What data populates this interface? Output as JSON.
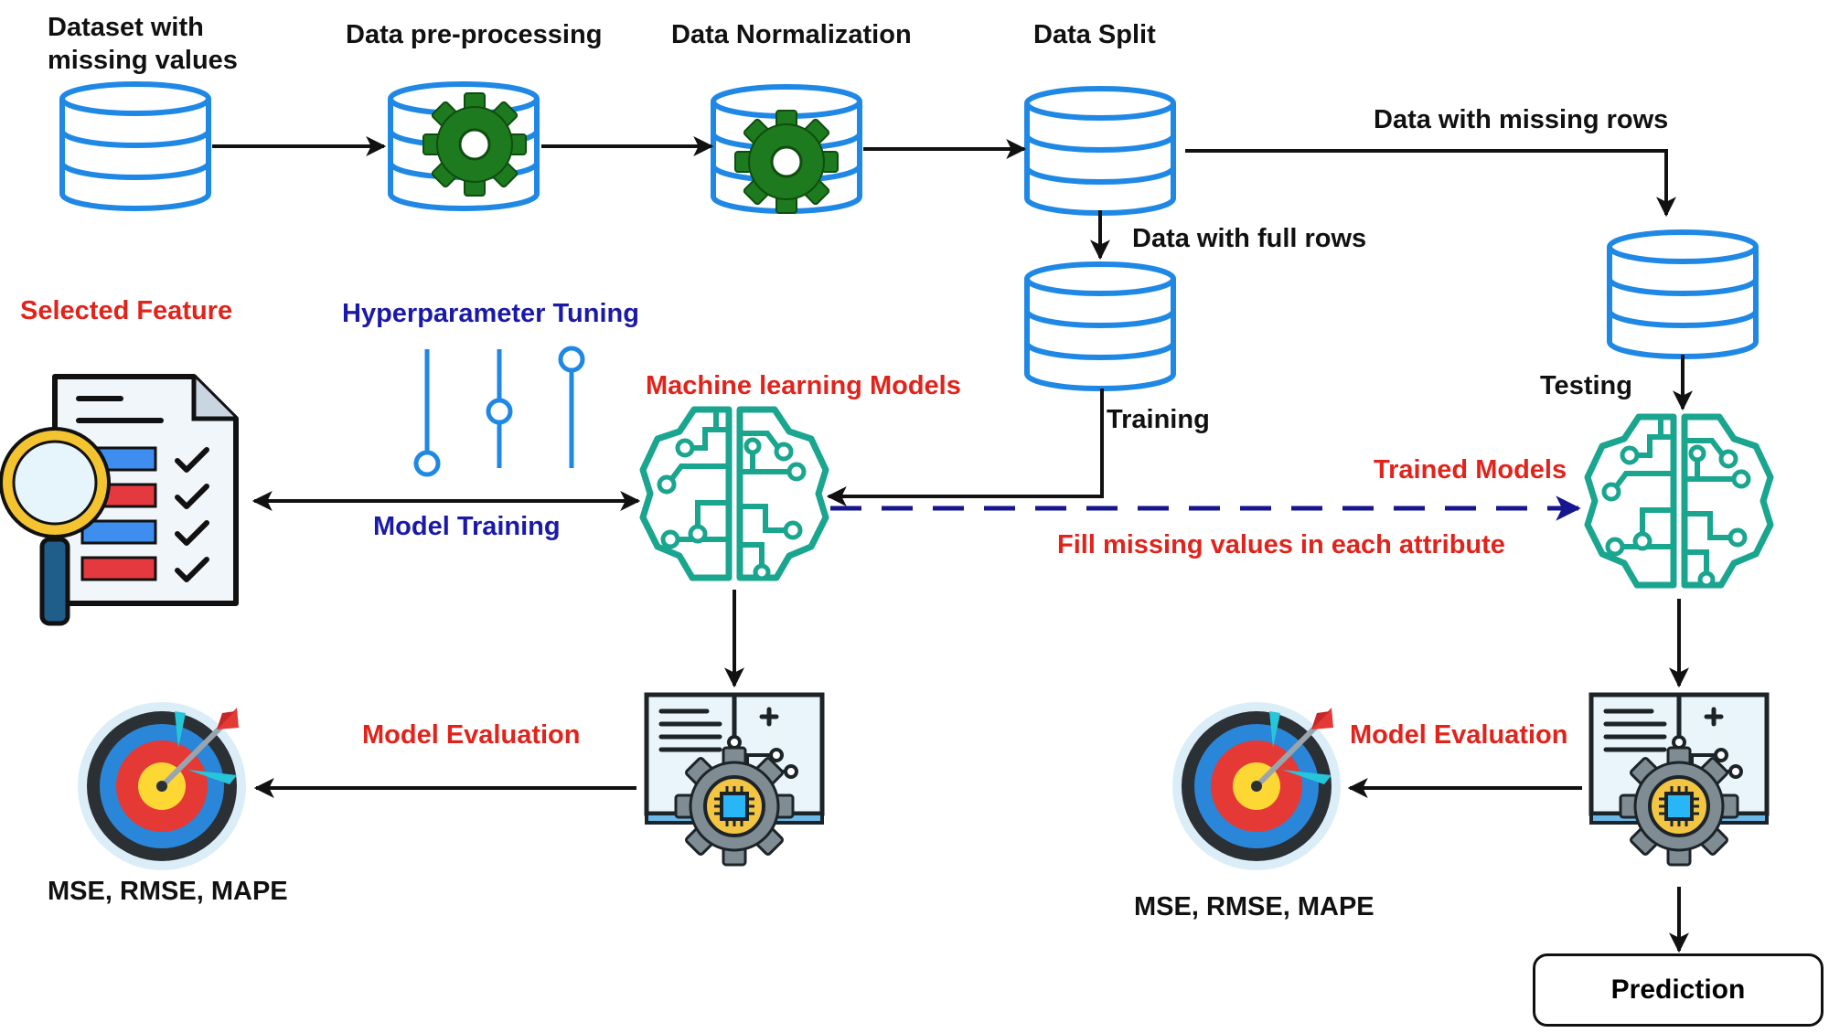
{
  "labels": {
    "dataset": "Dataset with\nmissing values",
    "preprocessing": "Data pre-processing",
    "normalization": "Data Normalization",
    "split": "Data Split",
    "missing_rows": "Data with missing rows",
    "full_rows": "Data with full rows",
    "selected_feature": "Selected Feature",
    "hyperparameter": "Hyperparameter Tuning",
    "ml_models": "Machine learning Models",
    "training": "Training",
    "testing": "Testing",
    "trained_models": "Trained Models",
    "model_training": "Model Training",
    "fill_missing": "Fill missing values in each attribute",
    "model_eval_left": "Model Evaluation",
    "model_eval_right": "Model Evaluation",
    "metrics_left": "MSE, RMSE, MAPE",
    "metrics_right": "MSE, RMSE, MAPE",
    "prediction": "Prediction"
  },
  "colors": {
    "db_blue": "#1f88e5",
    "gear_green": "#1e7a1e",
    "brain_teal": "#1aa58f",
    "label_red": "#e0241c",
    "label_blue": "#1b1aa8",
    "dashed_arrow": "#16168f"
  },
  "icons": [
    "database-icon",
    "gear-icon",
    "brain-circuit-icon",
    "checklist-magnifier-icon",
    "sliders-icon",
    "target-icon",
    "ai-book-gear-icon"
  ]
}
